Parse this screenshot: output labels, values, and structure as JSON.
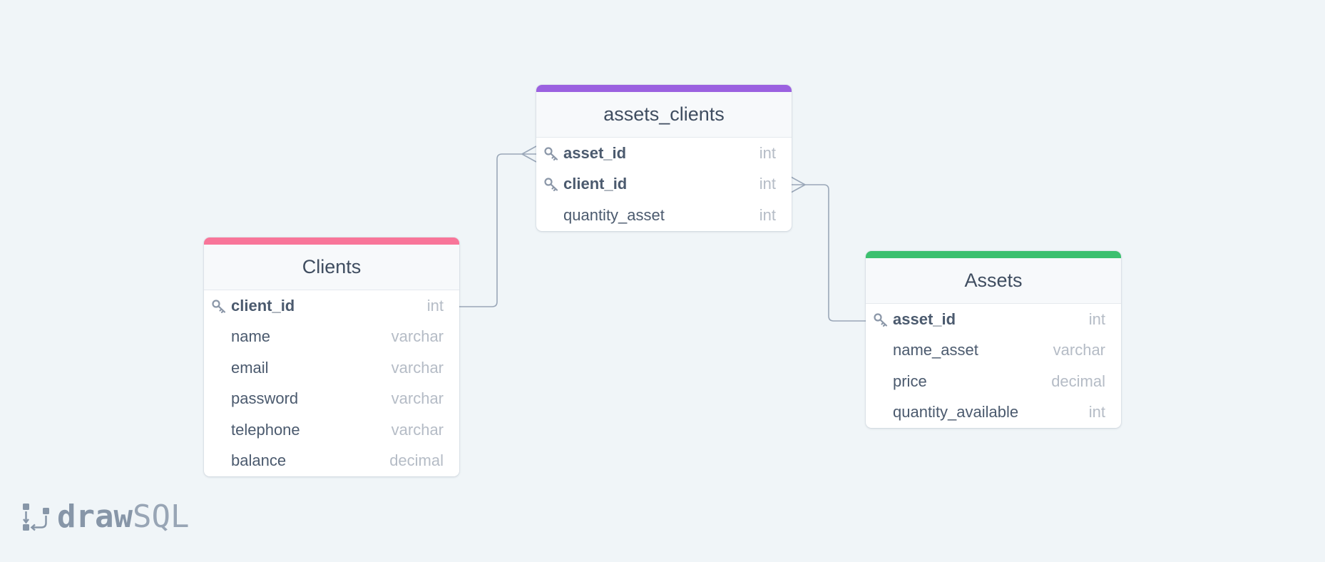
{
  "colors": {
    "background": "#f0f5f8",
    "clients_accent": "#f87599",
    "assets_clients_accent": "#9b61e0",
    "assets_accent": "#3cc06f",
    "relation_line": "#9aa7b8"
  },
  "tables": {
    "clients": {
      "title": "Clients",
      "columns": [
        {
          "name": "client_id",
          "type": "int",
          "primary_key": true
        },
        {
          "name": "name",
          "type": "varchar",
          "primary_key": false
        },
        {
          "name": "email",
          "type": "varchar",
          "primary_key": false
        },
        {
          "name": "password",
          "type": "varchar",
          "primary_key": false
        },
        {
          "name": "telephone",
          "type": "varchar",
          "primary_key": false
        },
        {
          "name": "balance",
          "type": "decimal",
          "primary_key": false
        }
      ]
    },
    "assets_clients": {
      "title": "assets_clients",
      "columns": [
        {
          "name": "asset_id",
          "type": "int",
          "primary_key": true
        },
        {
          "name": "client_id",
          "type": "int",
          "primary_key": true
        },
        {
          "name": "quantity_asset",
          "type": "int",
          "primary_key": false
        }
      ]
    },
    "assets": {
      "title": "Assets",
      "columns": [
        {
          "name": "asset_id",
          "type": "int",
          "primary_key": true
        },
        {
          "name": "name_asset",
          "type": "varchar",
          "primary_key": false
        },
        {
          "name": "price",
          "type": "decimal",
          "primary_key": false
        },
        {
          "name": "quantity_available",
          "type": "int",
          "primary_key": false
        }
      ]
    }
  },
  "relations": [
    {
      "from": "Clients.client_id",
      "to": "assets_clients.asset_id",
      "cardinality": "one-to-many"
    },
    {
      "from": "Assets.asset_id",
      "to": "assets_clients.client_id",
      "cardinality": "one-to-many"
    }
  ],
  "logo": {
    "bold": "draw",
    "light": "SQL"
  }
}
